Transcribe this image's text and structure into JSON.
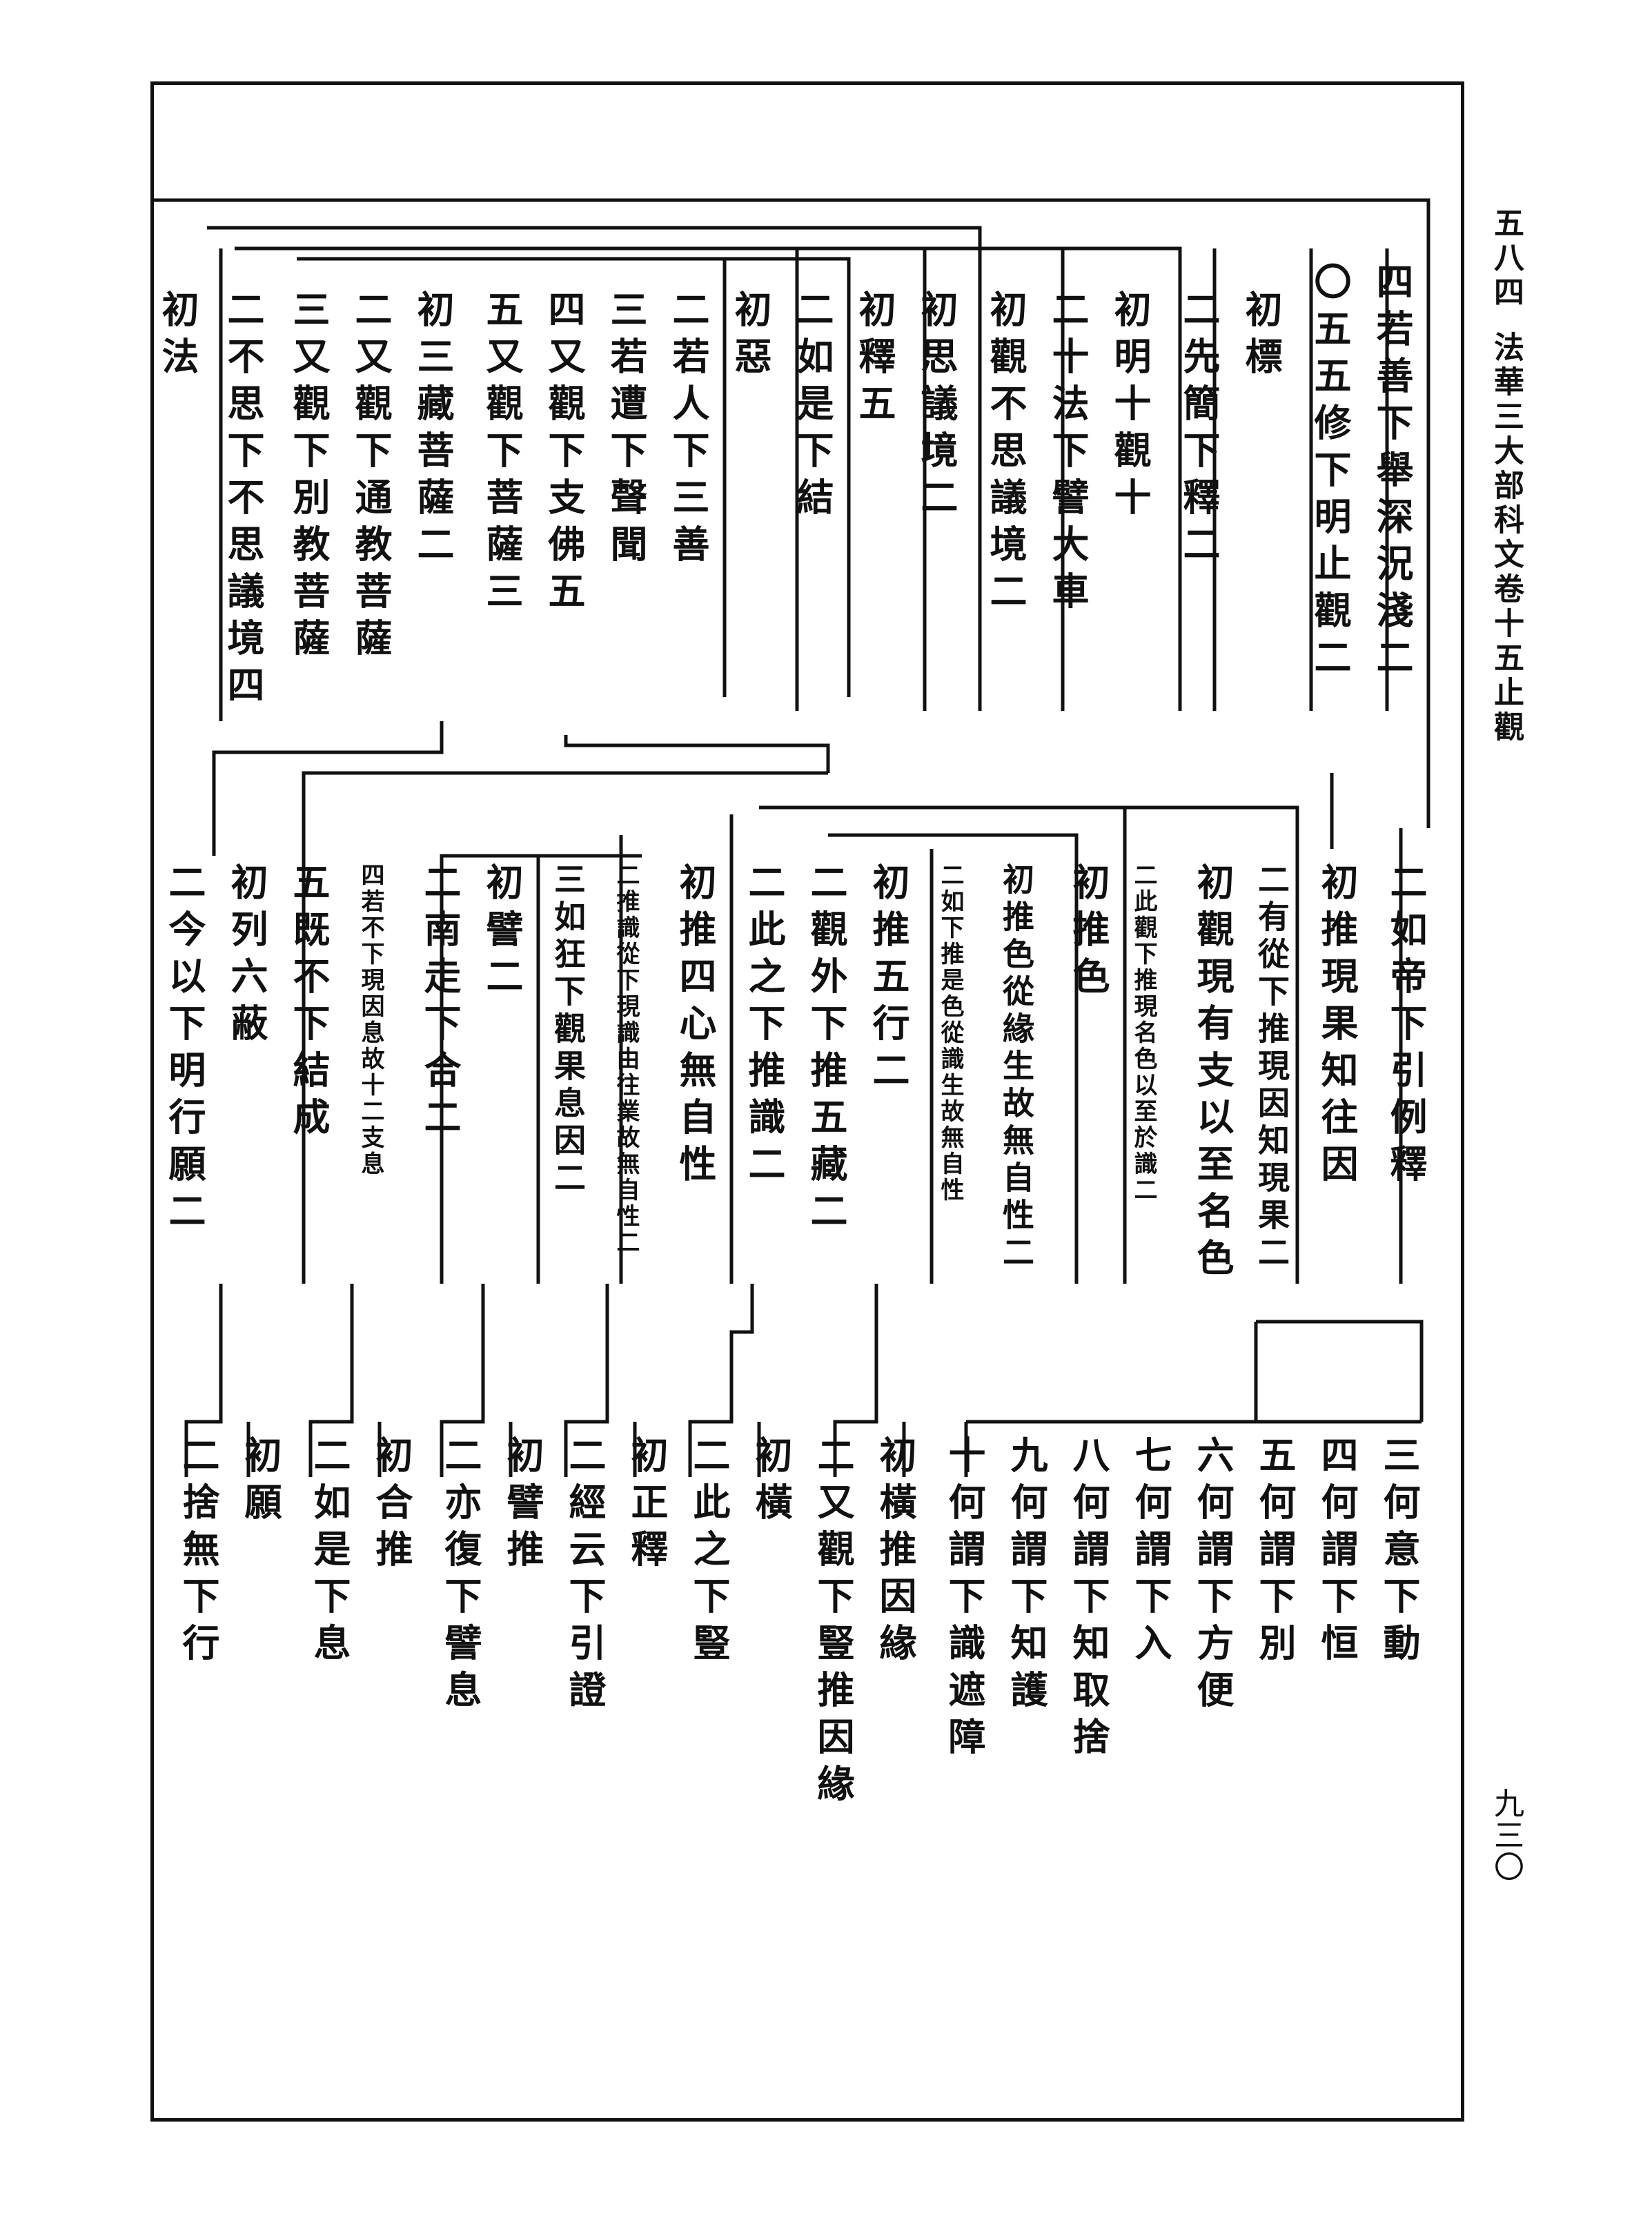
{
  "header": {
    "page_top": "五八四",
    "running_title": "法華三大部科文卷十五止觀",
    "page_bottom": "九三〇"
  },
  "row1": [
    "四若善下舉深況淺二",
    "〇五五修下明止觀二",
    "初標",
    "二先簡下釋二",
    "初明十觀十",
    "二十法下譬大車",
    "初觀不思議境二",
    "初思議境二",
    "初釋五",
    "二如是下結",
    "初惡",
    "二若人下三善",
    "三若遭下聲聞",
    "四又觀下支佛五",
    "五又觀下菩薩三",
    "初三藏菩薩二",
    "二又觀下通教菩薩",
    "三又觀下別教菩薩",
    "二不思下不思議境四",
    "初法"
  ],
  "row2": [
    "二如帝下引例釋",
    "初推現果知往因",
    "二有從下推現因知現果二",
    "初觀現有支以至名色",
    "二此觀下推現名色以至於識二",
    "初推色",
    "初推色從緣生故無自性二",
    "二如下推是色從識生故無自性",
    "初推五行二",
    "二觀外下推五藏二",
    "二此之下推識二",
    "初推四心無自性",
    "二推識從下現識由往業故無自性二",
    "三如狂下觀果息因二",
    "初譬二",
    "二南走下合二",
    "四若不下現因息故十二支息",
    "五既不下結成",
    "初列六蔽",
    "二今以下明行願二"
  ],
  "row3": [
    "三何意下動",
    "四何謂下恒",
    "五何謂下別",
    "六何謂下方便",
    "七何謂下入",
    "八何謂下知取捨",
    "九何謂下知護",
    "十何謂下識遮障",
    "初橫推因緣",
    "二又觀下豎推因緣",
    "初橫",
    "二此之下豎",
    "初正釋",
    "二經云下引證",
    "初譬推",
    "二亦復下譬息",
    "初合推",
    "二如是下息",
    "初願",
    "二捨無下行"
  ]
}
